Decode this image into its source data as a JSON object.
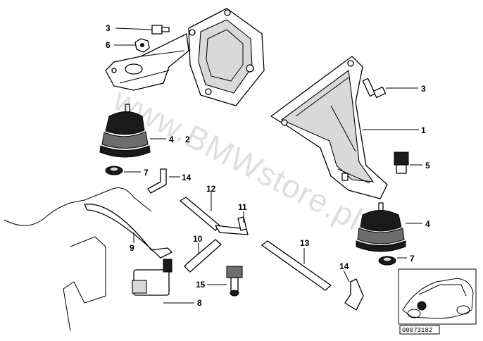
{
  "watermark": "www.BMWstore.pl",
  "reference_code": "00073182",
  "callouts": {
    "c1": "1",
    "c2": "2",
    "c3a": "3",
    "c3b": "3",
    "c4a": "4",
    "c4b": "4",
    "c5": "5",
    "c6": "6",
    "c7a": "7",
    "c7b": "7",
    "c8": "8",
    "c9": "9",
    "c10": "10",
    "c11": "11",
    "c12": "12",
    "c13": "13",
    "c14a": "14",
    "c14b": "14",
    "c15": "15"
  }
}
